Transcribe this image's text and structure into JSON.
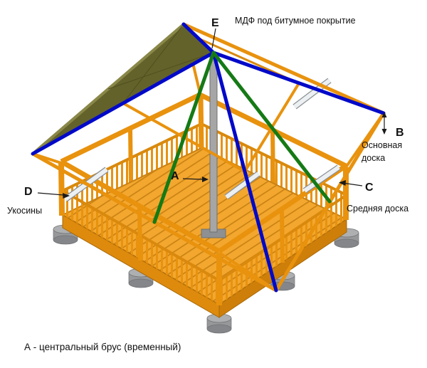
{
  "labels": {
    "a": {
      "letter": "A"
    },
    "b": {
      "letter": "B",
      "line1": "Основная",
      "line2": "доска"
    },
    "c": {
      "letter": "C",
      "text": "Средняя доска"
    },
    "d": {
      "letter": "D",
      "text": "Укосины"
    },
    "e": {
      "letter": "E",
      "text": "МДФ под битумное покрытие"
    },
    "footnote": "А - центральный брус (временный)"
  },
  "colors": {
    "background": "#FFFFFF",
    "frame_wood": "#E8920E",
    "frame_wood_dark": "#C98214",
    "floor": "#F3A72E",
    "floor_line": "#C98214",
    "roof_panel": "#63622B",
    "roof_panel_edge": "#8A8848",
    "hip_rafter_blue": "#0009C8",
    "jack_rafter_green": "#157A15",
    "center_post": "#A6A6A6",
    "brace": "#ECF0F2",
    "footing": "#96989A",
    "label_text": "#111111"
  }
}
